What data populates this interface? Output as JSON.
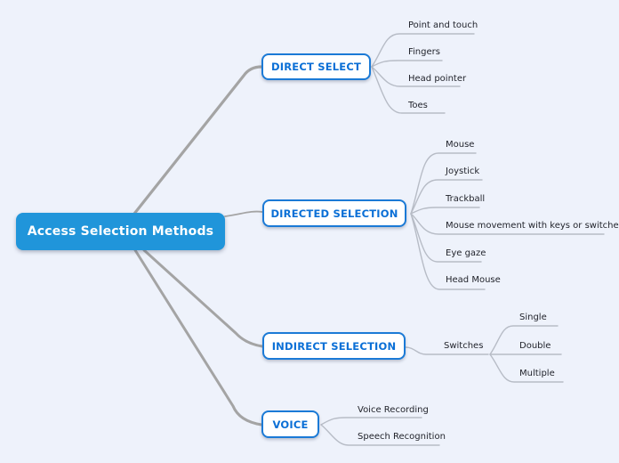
{
  "canvas": {
    "background_color": "#eef2fb"
  },
  "colors": {
    "root_fill": "#2095da",
    "root_text": "#ffffff",
    "branch_border": "#1b7ad6",
    "branch_text": "#0a6fd6",
    "branch_connector": "#a4a4a4",
    "leaf_connector": "#b7bcc6",
    "leaf_text": "#22242c"
  },
  "root": {
    "label": "Access Selection Methods"
  },
  "branches": [
    {
      "label": "DIRECT SELECT",
      "leaves": [
        "Point and touch",
        "Fingers",
        "Head pointer",
        "Toes"
      ]
    },
    {
      "label": "DIRECTED SELECTION",
      "leaves": [
        "Mouse",
        "Joystick",
        "Trackball",
        "Mouse movement with keys or switches",
        "Eye gaze",
        "Head Mouse"
      ]
    },
    {
      "label": "INDIRECT SELECTION",
      "leaves": [
        "Switches"
      ],
      "subleaves": [
        "Single",
        "Double",
        "Multiple"
      ]
    },
    {
      "label": "VOICE",
      "leaves": [
        "Voice Recording",
        "Speech Recognition"
      ]
    }
  ]
}
